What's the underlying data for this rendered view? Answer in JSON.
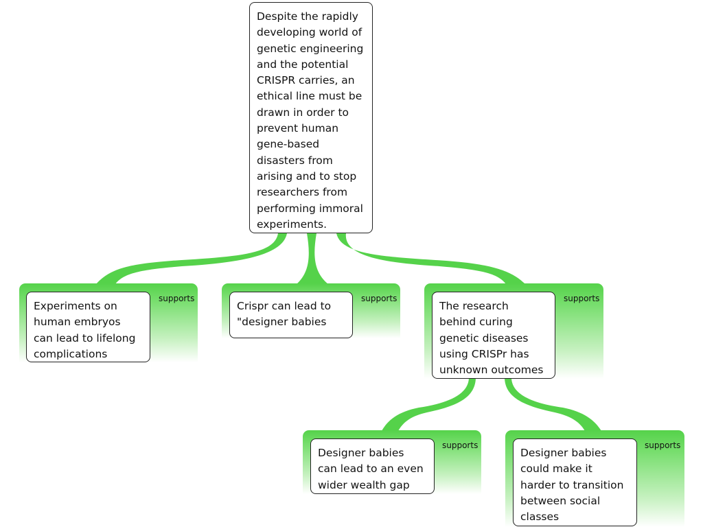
{
  "root": {
    "text": "Despite the rapidly\ndeveloping world of\ngenetic engineering\nand the potential\nCRISPR carries, an\nethical line must be\ndrawn in order to\nprevent human\ngene-based\ndisasters from\narising and to stop\nresearchers from\nperforming immoral\nexperiments."
  },
  "reasons": [
    {
      "label": "supports",
      "text": "Experiments on\nhuman embryos\ncan lead to lifelong\ncomplications"
    },
    {
      "label": "supports",
      "text": "Crispr can lead to\n\"designer babies"
    },
    {
      "label": "supports",
      "text": "The research\nbehind curing\ngenetic diseases\nusing CRISPr has\nunknown outcomes"
    }
  ],
  "sub_reasons": [
    {
      "label": "supports",
      "text": "Designer babies\ncan lead to an even\nwider wealth gap"
    },
    {
      "label": "supports",
      "text": "Designer babies\ncould make it\nharder to transition\nbetween social\nclasses"
    }
  ],
  "colors": {
    "connector": "#55d24a",
    "support_top": "#55d24a",
    "node_border": "#222222"
  }
}
